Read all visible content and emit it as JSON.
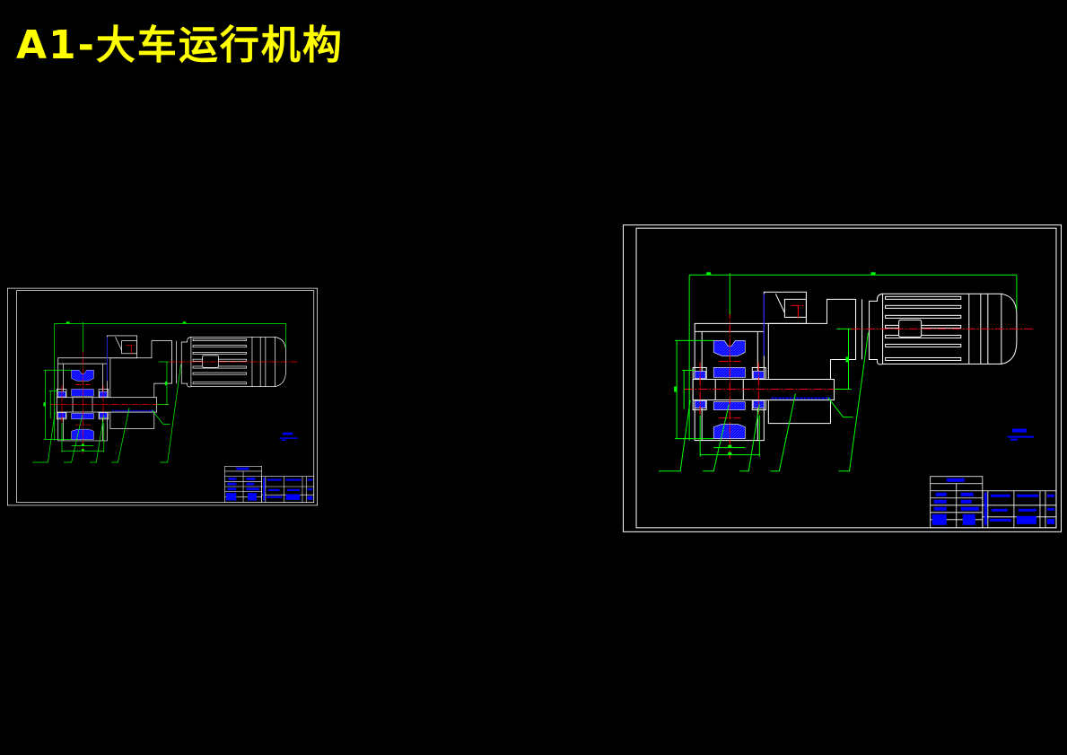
{
  "title": "A1-大车运行机构",
  "colors": {
    "background": "#000000",
    "title": "#ffff00",
    "outline": "#ffffff",
    "dimension": "#00ff00",
    "centerline": "#ff0000",
    "hatch_and_text": "#0000ff"
  },
  "sheets": [
    {
      "name": "drawing-sheet-small"
    },
    {
      "name": "drawing-sheet-large"
    }
  ]
}
